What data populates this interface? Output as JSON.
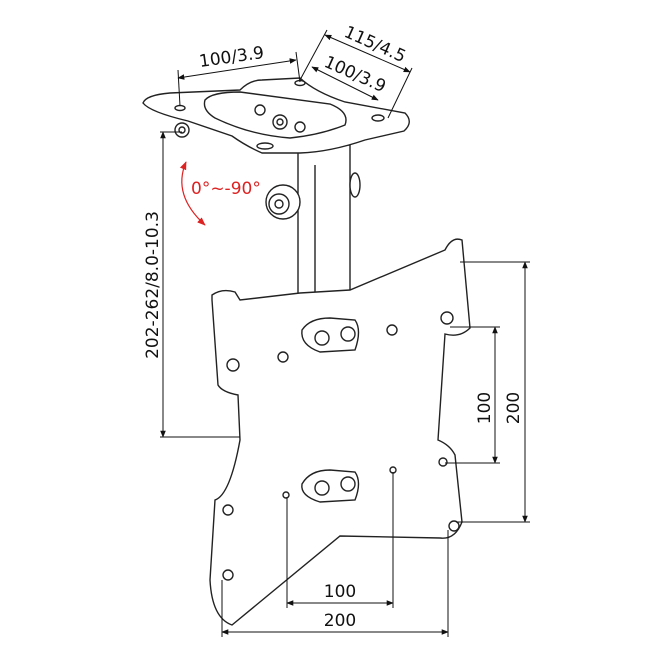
{
  "dimensions": {
    "ceiling_plate_width": "100/3.9",
    "ceiling_plate_diagonal_outer": "115/4.5",
    "ceiling_plate_diagonal_inner": "100/3.9",
    "drop_height": "202-262/8.0-10.3",
    "tilt_range": "0°~-90°",
    "vesa_vertical_small": "100",
    "vesa_vertical_large": "200",
    "vesa_horizontal_small": "100",
    "vesa_horizontal_large": "200"
  },
  "colors": {
    "line": "#222222",
    "accent": "#dd2222"
  }
}
